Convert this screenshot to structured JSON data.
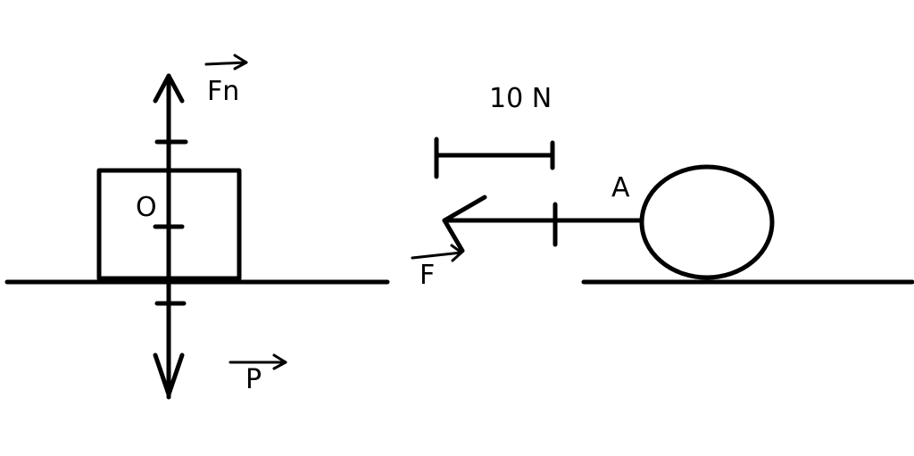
{
  "diagram": {
    "left": {
      "point_label": "O",
      "force_up_label": "Fn",
      "force_down_label": "P"
    },
    "right": {
      "scale_label": "10 N",
      "force_label": "F",
      "point_label": "A"
    },
    "colors": {
      "stroke": "#000000",
      "background": "#ffffff"
    }
  }
}
